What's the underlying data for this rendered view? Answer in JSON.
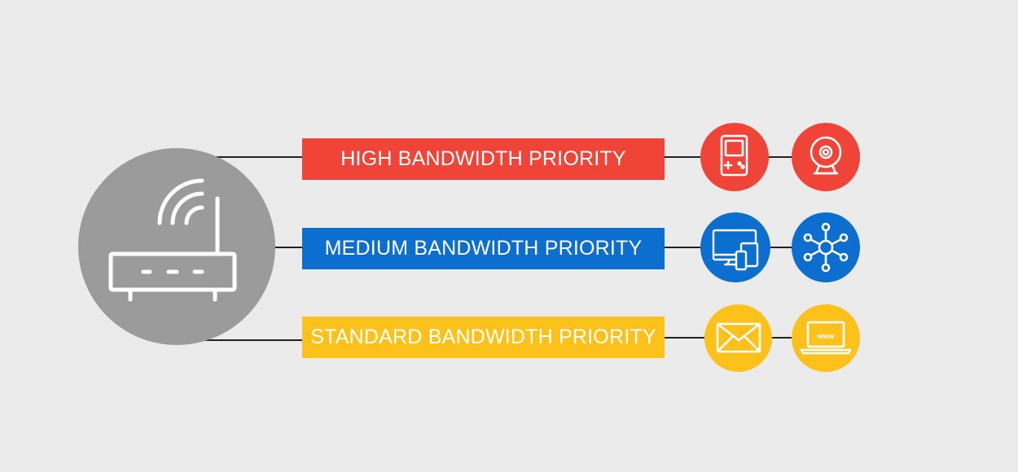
{
  "colors": {
    "background": "#ebebeb",
    "router": "#9b9b9b",
    "line": "#222222",
    "high": "#f04438",
    "medium": "#0c6fcf",
    "standard": "#fcc11a",
    "icon_stroke": "#ffffff"
  },
  "router": {
    "icon": "wifi-router-icon"
  },
  "tiers": [
    {
      "label": "HIGH BANDWIDTH PRIORITY",
      "color": "#f04438",
      "devices": [
        {
          "icon": "handheld-game-console-icon"
        },
        {
          "icon": "webcam-icon"
        }
      ]
    },
    {
      "label": "MEDIUM BANDWIDTH PRIORITY",
      "color": "#0c6fcf",
      "devices": [
        {
          "icon": "multi-device-screens-icon"
        },
        {
          "icon": "network-hub-icon"
        }
      ]
    },
    {
      "label": "STANDARD BANDWIDTH PRIORITY",
      "color": "#fcc11a",
      "devices": [
        {
          "icon": "email-envelope-icon"
        },
        {
          "icon": "laptop-www-icon"
        }
      ]
    }
  ]
}
